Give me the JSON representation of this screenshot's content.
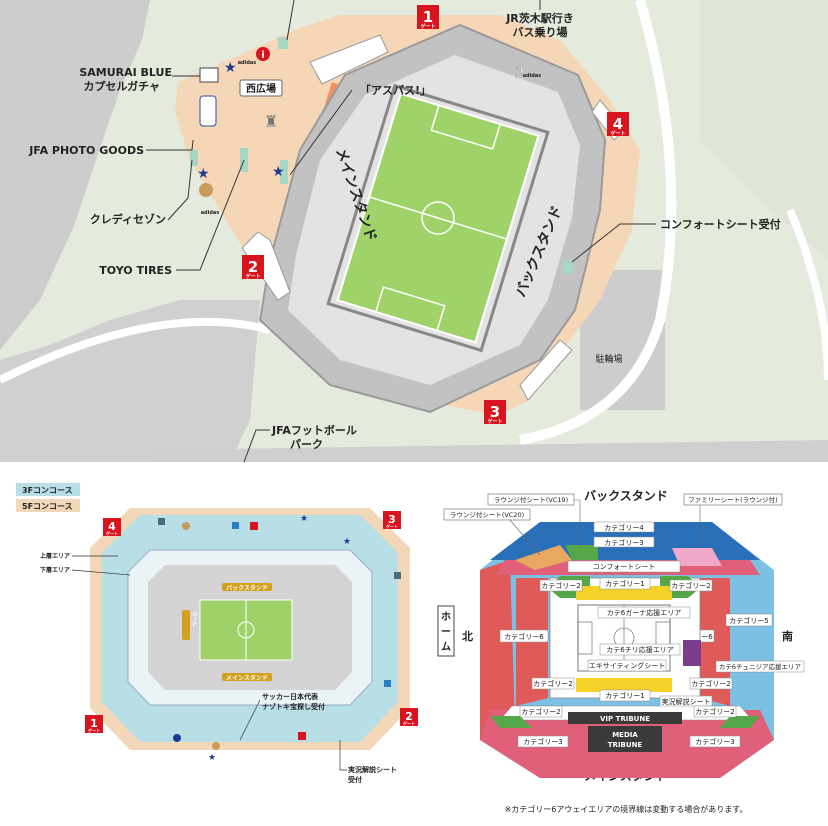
{
  "top_map": {
    "gates": [
      {
        "number": "1",
        "sub": "ゲート"
      },
      {
        "number": "2",
        "sub": "ゲート"
      },
      {
        "number": "3",
        "sub": "ゲート"
      },
      {
        "number": "4",
        "sub": "ゲート"
      }
    ],
    "labels": {
      "bus_stop_line1": "JR茨木駅行き",
      "bus_stop_line2": "バス乗り場",
      "samurai_line1": "SAMURAI BLUE",
      "samurai_line2": "カプセルガチャ",
      "nishi_hiroba": "西広場",
      "aspas": "「アスパス!」",
      "jfa_photo_goods": "JFA PHOTO GOODS",
      "credit_saison": "クレディセゾン",
      "toyo_tires": "TOYO TIRES",
      "comfort_seat_reception": "コンフォートシート受付",
      "parking": "駐輪場",
      "jfa_park_line1": "JFAフットボール",
      "jfa_park_line2": "パーク",
      "main_stand": "メインスタンド",
      "back_stand": "バックスタンド",
      "adidas": "adidas"
    }
  },
  "concourse_map": {
    "legend": [
      {
        "label": "3Fコンコース",
        "color": "#b9dfe6"
      },
      {
        "label": "5Fコンコース",
        "color": "#f3d7b9"
      }
    ],
    "gates": [
      {
        "number": "4",
        "sub": "ゲート"
      },
      {
        "number": "3",
        "sub": "ゲート"
      },
      {
        "number": "1",
        "sub": "ゲート"
      },
      {
        "number": "2",
        "sub": "ゲート"
      }
    ],
    "labels": {
      "upper_area": "上層エリア",
      "lower_area": "下層エリア",
      "back_stand": "バックスタンド",
      "main_stand": "メインスタンド",
      "home": "ホーム",
      "soccer_line1": "サッカー日本代表",
      "soccer_line2": "ナゾトキ宝探し受付",
      "jikkyo_line1": "実況解説シート",
      "jikkyo_line2": "受付"
    }
  },
  "seat_map": {
    "titles": {
      "back_stand": "バックスタンド",
      "main_stand": "メインスタンド",
      "north": "北",
      "south": "南",
      "home_chars": [
        "ホ",
        "ー",
        "ム"
      ]
    },
    "callouts": {
      "lounge_vc19": "ラウンジ付シート(VC19)",
      "lounge_vc20": "ラウンジ付シート(VC20)",
      "family": "ファミリーシート(ラウンジ付)"
    },
    "sections": {
      "cat4": "カテゴリー4",
      "cat3_top": "カテゴリー3",
      "comfort": "コンフォートシート",
      "cat2_tl": "カテゴリー2",
      "cat2_tr": "カテゴリー2",
      "cat6_ghana": "カテ6ガーナ応援エリア",
      "cat6_chile": "カテ6チリ応援エリア",
      "cat6_left": "カテゴリー6",
      "cat6_right": "カテゴリー6",
      "cat5": "カテゴリー5",
      "exciting": "エキサイティングシート",
      "cat6_tunisia": "カテ6チュニジア応援エリア",
      "cat2_ml": "カテゴリー2",
      "cat2_mr": "カテゴリー2",
      "cat1_top": "カテゴリー1",
      "cat1_bottom": "カテゴリー1",
      "jikkyo": "実況解説シート",
      "cat2_bl": "カテゴリー2",
      "cat2_br": "カテゴリー2",
      "vip": "VIP TRIBUNE",
      "media_line1": "MEDIA",
      "media_line2": "TRIBUNE",
      "cat3_bl": "カテゴリー3",
      "cat3_br": "カテゴリー3"
    },
    "note": "※カテゴリー6アウェイエリアの境界線は変動する場合があります。"
  },
  "colors": {
    "gate_red": "#d8141e",
    "category4_blue": "#2a70b8",
    "category3_pink": "#e0607a",
    "category6_red": "#e05a5a",
    "category5_lightblue": "#7cc0e4",
    "category2_white": "#ffffff",
    "category1_yellow": "#f5d228",
    "pitch_green": "#9fd36a",
    "plaza_orange": "#f5d7b8"
  }
}
